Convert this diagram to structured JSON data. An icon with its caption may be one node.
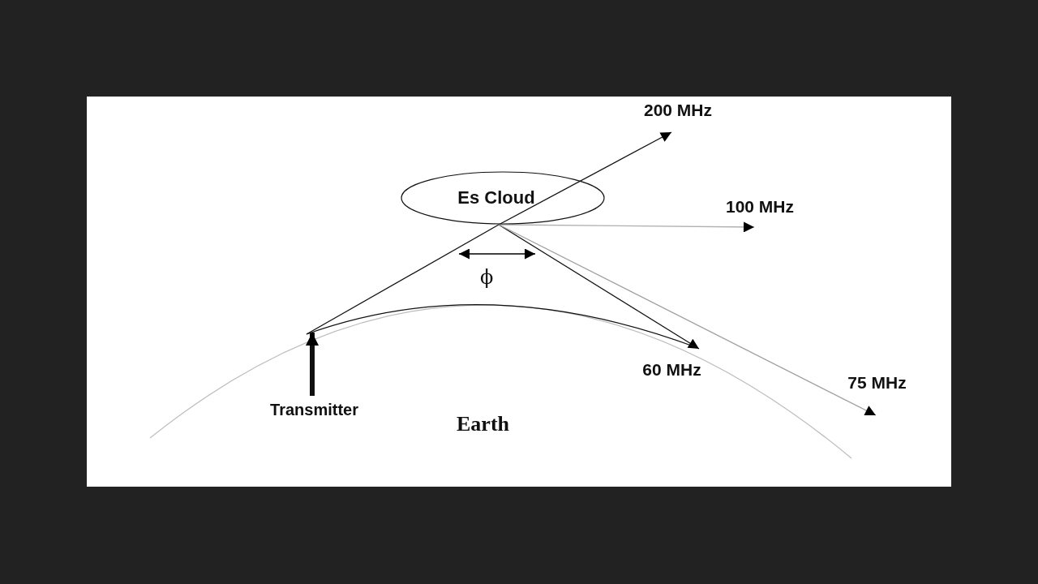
{
  "diagram": {
    "nodes": [
      {
        "text": [
          "Es Cloud"
        ]
      },
      {
        "text": [
          "Transmitter"
        ]
      },
      {
        "text": [
          "200 MHz"
        ]
      },
      {
        "text": [
          "100 MHz"
        ]
      },
      {
        "text": [
          "60 MHz"
        ]
      },
      {
        "text": [
          "75 MHz"
        ]
      }
    ],
    "edges": [
      {
        "from": 1,
        "to": null,
        "arrow": "to",
        "style": "thick"
      },
      {
        "from": null,
        "to": 0,
        "arrow": "none"
      },
      {
        "from": 0,
        "to": 2,
        "arrow": "to"
      },
      {
        "from": 0,
        "to": 3,
        "arrow": "to",
        "color": "#b0b0b0"
      },
      {
        "from": 0,
        "to": 4,
        "arrow": "to"
      },
      {
        "from": 0,
        "to": 5,
        "arrow": "to",
        "color": "#a0a0a0"
      },
      {
        "from": null,
        "to": 4,
        "arrow": "none"
      }
    ],
    "labels": [
      "ϕ",
      "Earth"
    ]
  }
}
